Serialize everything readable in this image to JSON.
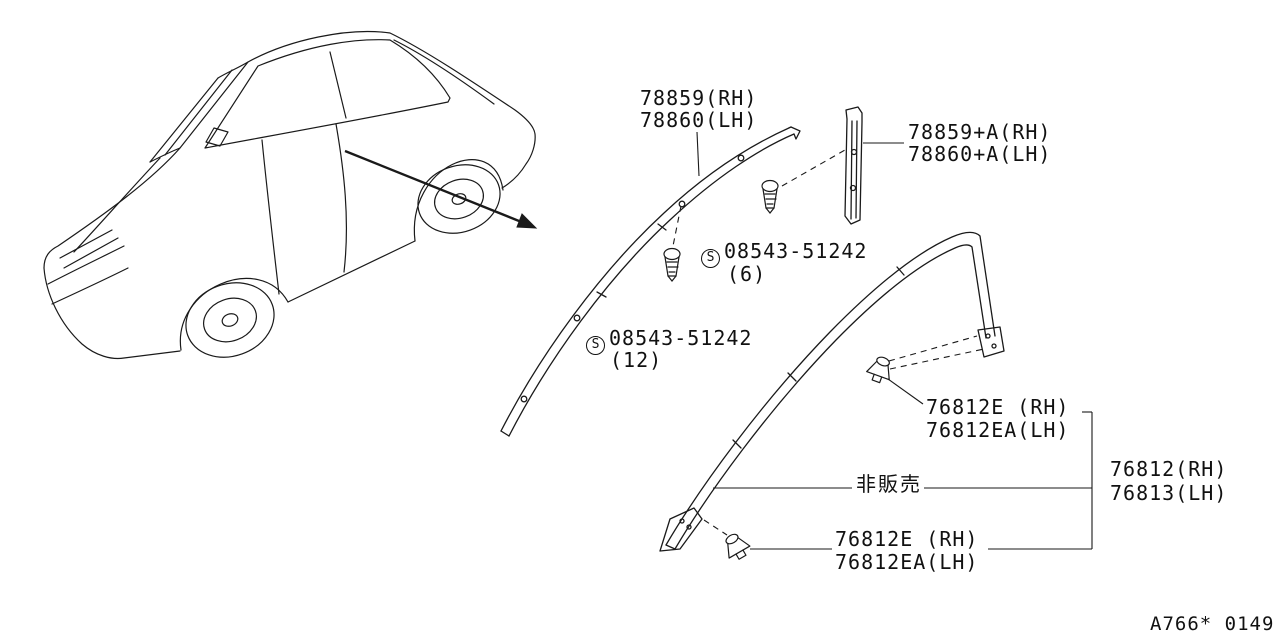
{
  "diagram": {
    "colors": {
      "line": "#1a1a1a",
      "background": "#ffffff"
    },
    "footer_code": "A766* 0149",
    "parts": {
      "roof_molding": {
        "rh": "78859(RH)",
        "lh": "78860(LH)"
      },
      "roof_molding_rear": {
        "rh": "78859+A(RH)",
        "lh": "78860+A(LH)"
      },
      "screw_upper": {
        "symbol": "S",
        "number": "08543-51242",
        "qty": "(6)"
      },
      "screw_lower": {
        "symbol": "S",
        "number": "08543-51242",
        "qty": "(12)"
      },
      "clip_upper": {
        "rh": "76812E (RH)",
        "lh": "76812EA(LH)"
      },
      "clip_lower": {
        "rh": "76812E (RH)",
        "lh": "76812EA(LH)"
      },
      "weatherstrip": {
        "note": "非販売",
        "rh": "76812(RH)",
        "lh": "76813(LH)"
      }
    }
  }
}
